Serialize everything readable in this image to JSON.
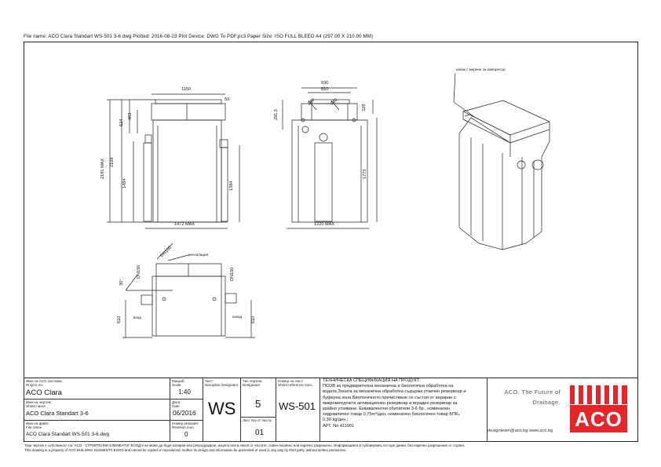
{
  "header": {
    "text": "File name: ACO Clara Standart WS-501 3-6.dwg   Plotted: 2016-08-23   Plot Device: DWG To PDF.pc3   Paper Size: ISO FULL BLEED A4 (297.00 X 210.00 MM)"
  },
  "front_view": {
    "dims": {
      "top_width": "1150",
      "lid": "50",
      "d624": "624",
      "d463": "463",
      "d2181": "2181 MAX",
      "d2108": "2108",
      "d1484": "1484",
      "d1384": "1384",
      "bottom": "1472 MAX"
    }
  },
  "side_view": {
    "dims": {
      "w930": "930",
      "w810": "810",
      "d291": "291.5",
      "d328": "328",
      "d1773": "1773",
      "bottom": "1220 MAX",
      "d240a": "240",
      "d240b": "240"
    }
  },
  "iso_view": {
    "note": "капак с мерене за компресор"
  },
  "plan_view": {
    "dims": {
      "dn150a": "DN150",
      "dn150b": "DN150",
      "dn100": "DN100",
      "d30": "30°",
      "d610a": "610",
      "d610b": "610"
    },
    "labels": {
      "vent": "вентилация",
      "inlet": "вход",
      "outlet": "изход"
    }
  },
  "title_block": {
    "project_label": "Име на ACO система:",
    "project_label_en": "Project no:",
    "project_value": "ACO Clara",
    "sheet_label": "Име на чертеж:",
    "sheet_label_en": "Sheet name",
    "sheet_value": "ACO Clara Standart 3-6",
    "file_label": "Име на файл:",
    "file_label_en": "File name",
    "file_value": "ACO Clara Standart WS-501 3-6.dwg",
    "scale_label": "Мащаб:",
    "scale_label_en": "Scale",
    "scale_value": "1:40",
    "date_label": "Дата:",
    "date_label_en": "Date",
    "date_value": "06/2016",
    "rev_label": "Номер ревизия:",
    "rev_label_en": "Revision num.",
    "rev_value": "0",
    "part_label": "Част:",
    "part_label_en": "Discipline designator",
    "part_value": "WS",
    "type_label": "Тип чертеж:",
    "type_label_en": "Designator",
    "type_value": "5",
    "sheetno_label": "Лист No от листа:",
    "sheetno_value": "01",
    "num_label": "Номер на лист:",
    "num_label_en": "Sheet reference num.",
    "num_value": "WS-501",
    "tech_lines": [
      "ТЕХНИЧЕСКА СПЕЦИФИКАЦИЯ НА ПРОДУКТ:",
      "ПСОВ за предварителна механична и биологична обработка на",
      "водата.Зоната за механична обработка съдържа утаечен резервоар и",
      "буферна зона.Биологичното пречистване се състои от аериран с",
      "микромехурчета активационен резервоар и вграден резервоар за",
      "крайно утаяване. Еквивалентни обитатели 3-6 бр., номинален",
      "хидравличен товар 0,75m³/ден, номинален биологичен товар БПК₅",
      "0,30 kg/ден.;",
      "АРТ. No 411001"
    ],
    "aco_tag1": "ACO. The Future of",
    "aco_tag2": "Drainage.",
    "aco_mail": "designteam@aco.bg   www.aco.bg",
    "aco_logo": "ACO"
  },
  "footer": {
    "line1": "Тази чертеж е собственост на \"ACO - СТРОИТЕЛНИ ЕЛЕМЕНТИ\" ЕООД и не може да бъде копиран или репродуциран, изцяло или в някоя от частите, освен писмено или изрично разрешено. Информацията в публикувано по-горе данни, без изрично разрешение от страна.",
    "line2": "This drawing is a property of ACO BUILDING ELEMENTS EOOD and cannot be copied or reproduced, neither its design and information be presented or used in any way by third party, without written permission."
  }
}
